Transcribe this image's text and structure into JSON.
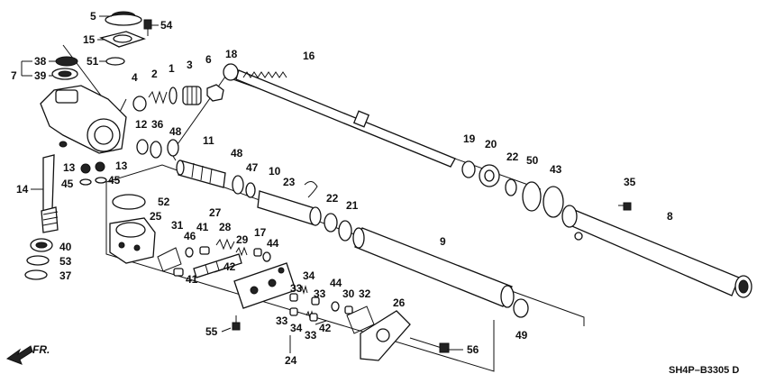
{
  "diagram_code": "SH4P–B3305 D",
  "direction_label": "FR.",
  "labels": {
    "l5": "5",
    "l54": "54",
    "l15": "15",
    "l51": "51",
    "l38": "38",
    "l7": "7",
    "l39": "39",
    "l4": "4",
    "l2": "2",
    "l1": "1",
    "l3": "3",
    "l6": "6",
    "l18": "18",
    "l16": "16",
    "l12": "12",
    "l36": "36",
    "l48a": "48",
    "l13a": "13",
    "l13b": "13",
    "l14": "14",
    "l45a": "45",
    "l45b": "45",
    "l11": "11",
    "l48b": "48",
    "l47": "47",
    "l10": "10",
    "l23": "23",
    "l22a": "22",
    "l21": "21",
    "l19": "19",
    "l20": "20",
    "l22b": "22",
    "l50": "50",
    "l43": "43",
    "l35": "35",
    "l8": "8",
    "l52": "52",
    "l25": "25",
    "l31": "31",
    "l27": "27",
    "l46": "46",
    "l41a": "41",
    "l28": "28",
    "l29": "29",
    "l17": "17",
    "l44a": "44",
    "l42a": "42",
    "l41b": "41",
    "l9": "9",
    "l40": "40",
    "l53": "53",
    "l37": "37",
    "l34a": "34",
    "l33a": "33",
    "l33b": "33",
    "l44b": "44",
    "l30": "30",
    "l32": "32",
    "l26": "26",
    "l33c": "33",
    "l34b": "34",
    "l33d": "33",
    "l42b": "42",
    "l49": "49",
    "l55": "55",
    "l24": "24",
    "l56": "56"
  }
}
